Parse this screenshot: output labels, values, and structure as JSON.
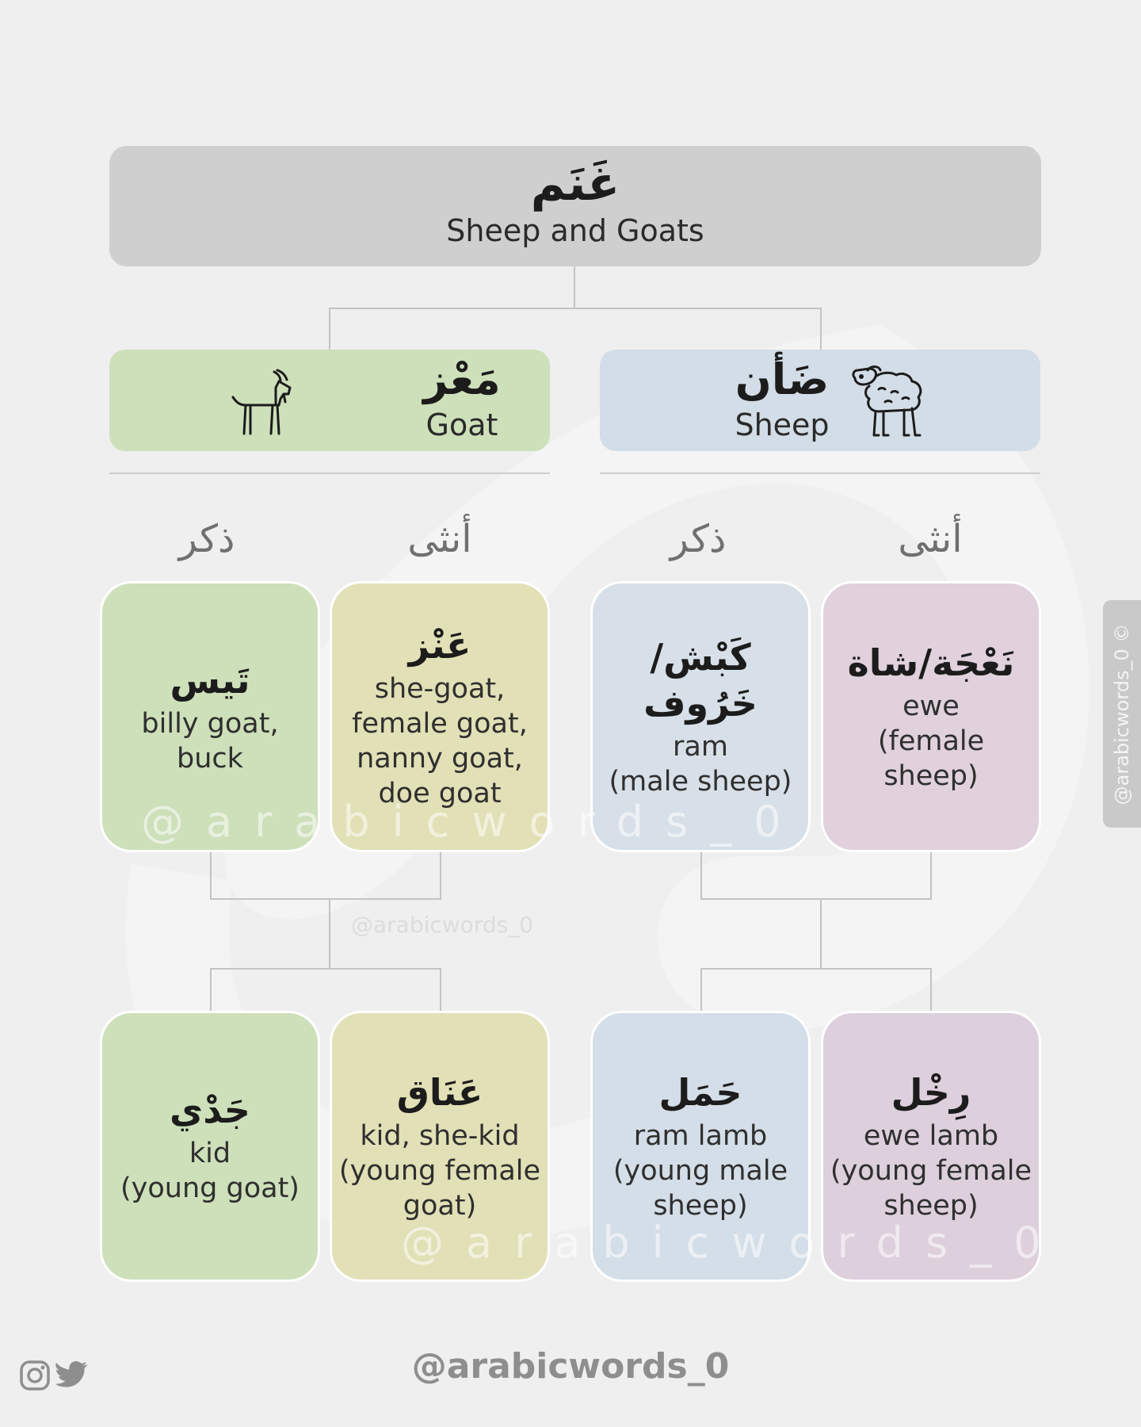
{
  "root": {
    "ar": "غَنَم",
    "en": "Sheep and Goats"
  },
  "goat": {
    "ar": "مَعْز",
    "en": "Goat",
    "icon": "goat-icon"
  },
  "sheep": {
    "ar": "ضَأن",
    "en": "Sheep",
    "icon": "sheep-icon"
  },
  "gender": {
    "male": "ذكر",
    "female": "أنثى"
  },
  "cards": {
    "billy_goat": {
      "ar": "تَيس",
      "en": "billy goat,\nbuck"
    },
    "she_goat": {
      "ar": "عَنْز",
      "en": "she-goat,\nfemale goat,\nnanny goat,\ndoe goat"
    },
    "ram": {
      "ar": "كَبْش/خَرُوف",
      "en": "ram\n(male sheep)"
    },
    "ewe": {
      "ar": "نَعْجَة/شاة",
      "en": "ewe\n(female sheep)"
    },
    "kid": {
      "ar": "جَدْي",
      "en": "kid\n(young goat)"
    },
    "she_kid": {
      "ar": "عَنَاق",
      "en": "kid, she-kid\n(young female\ngoat)"
    },
    "ram_lamb": {
      "ar": "حَمَل",
      "en": "ram lamb\n(young male\nsheep)"
    },
    "ewe_lamb": {
      "ar": "رِخْل",
      "en": "ewe lamb\n(young female\nsheep)"
    }
  },
  "watermark": {
    "large": "@arabicwords_0",
    "small": "@arabicwords_0",
    "side": "@arabicwords_0 ©"
  },
  "footer": {
    "handle": "@arabicwords_0",
    "icons": [
      "instagram-icon",
      "twitter-icon"
    ]
  }
}
